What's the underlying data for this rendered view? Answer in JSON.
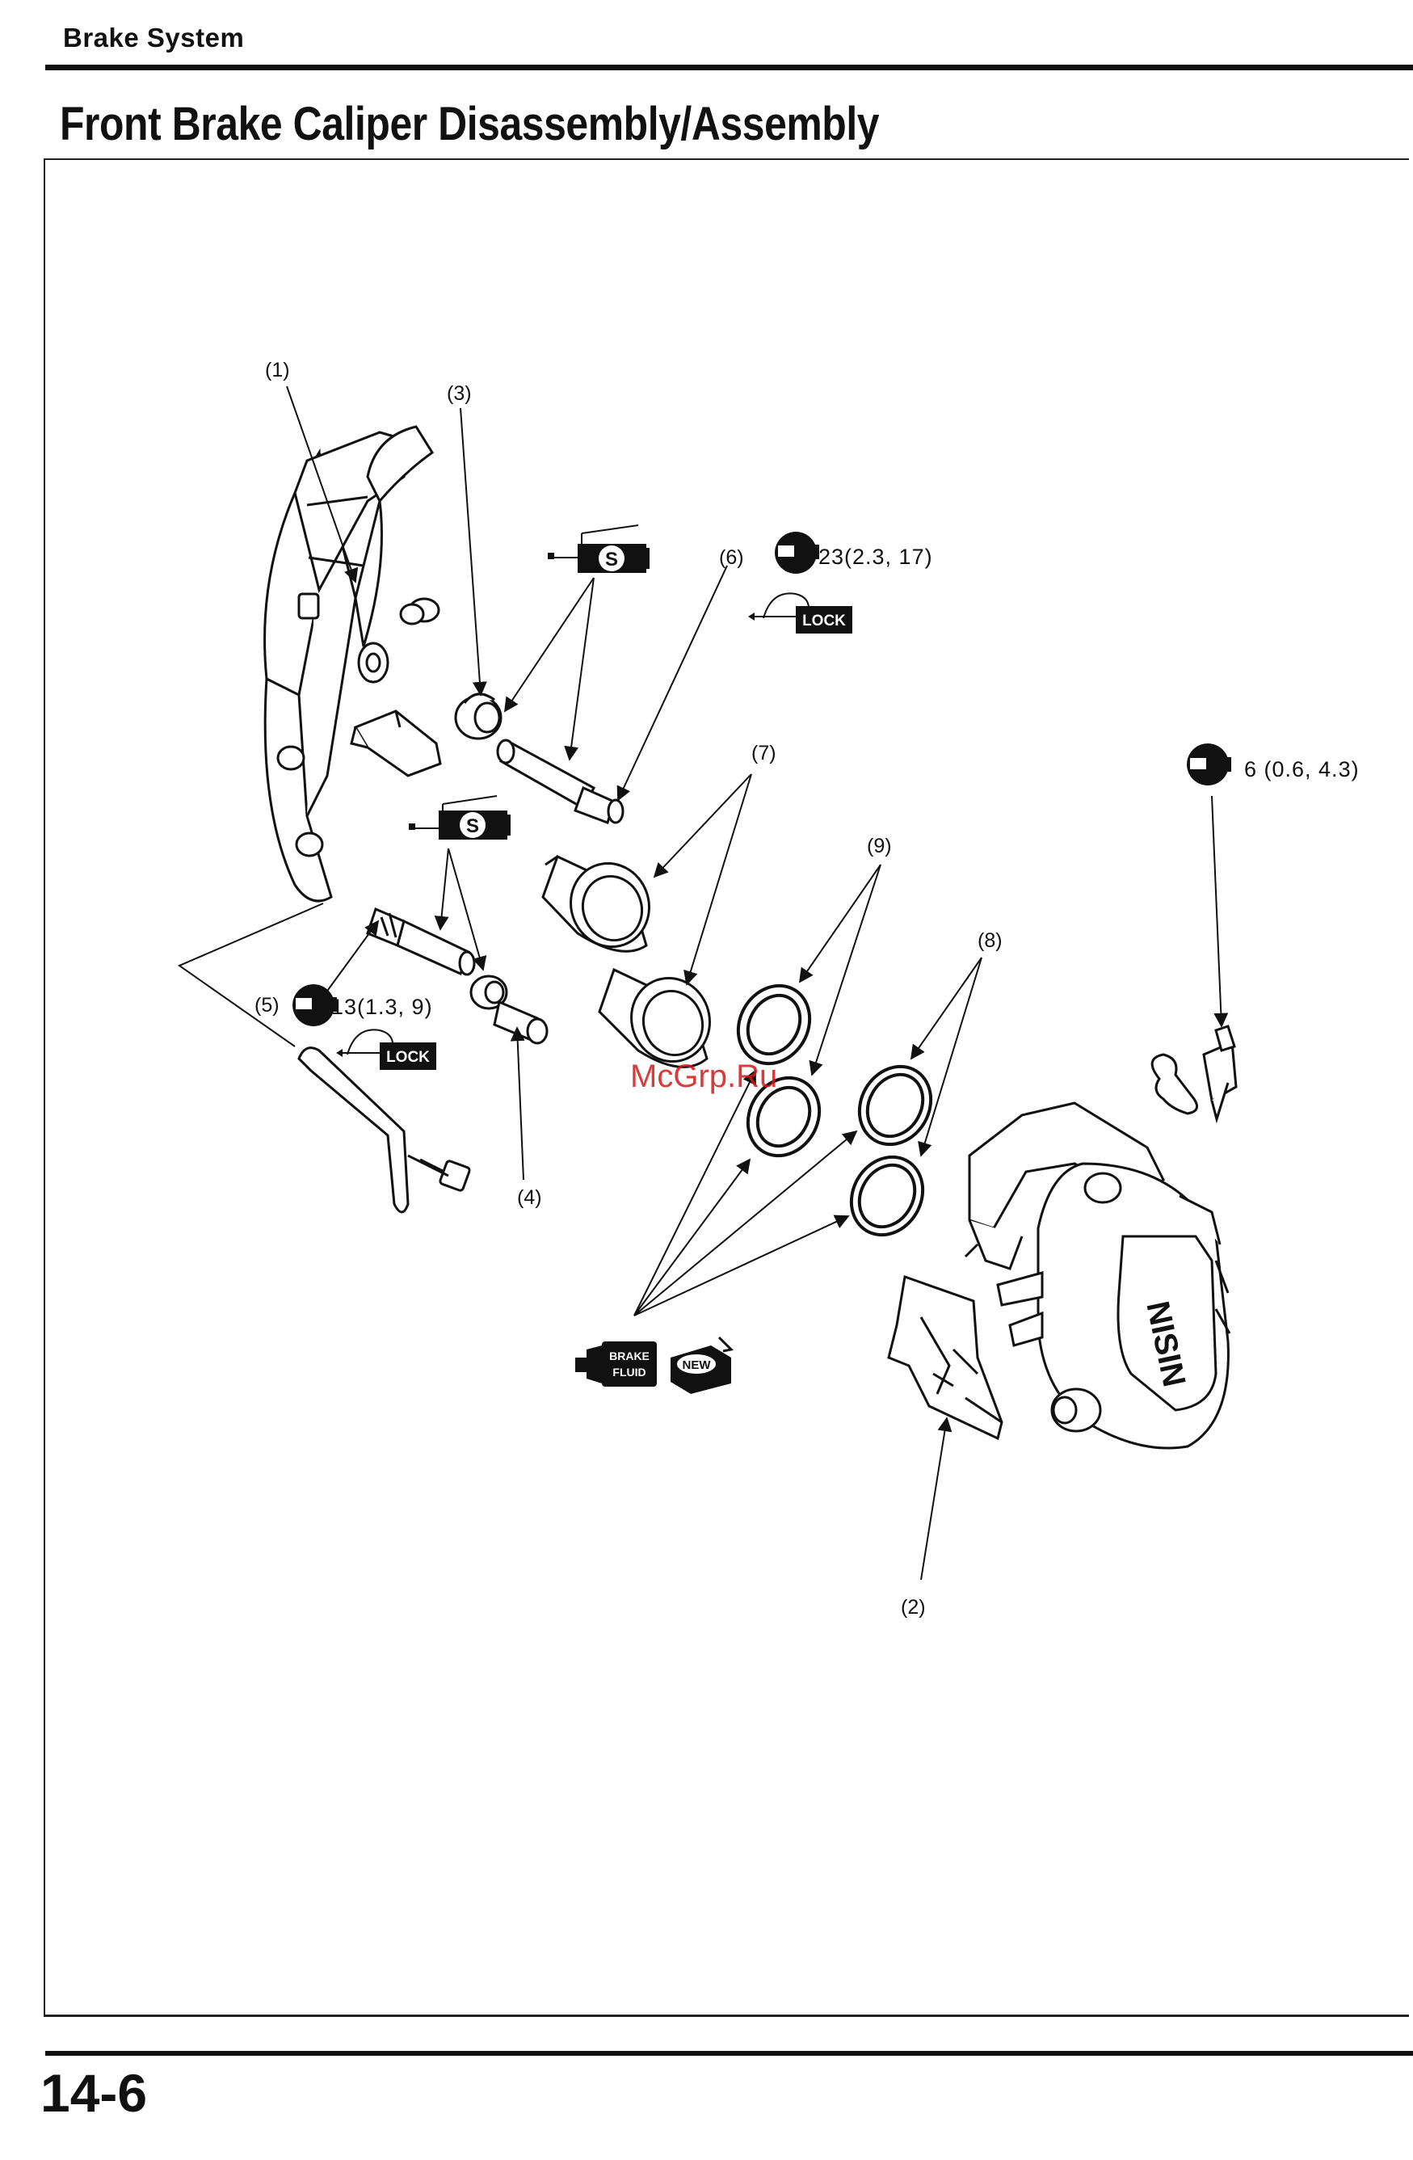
{
  "header": {
    "section": "Brake System",
    "title": "Front Brake Caliper Disassembly/Assembly"
  },
  "footer": {
    "page_number": "14-6"
  },
  "watermark": "McGrp.Ru",
  "callouts": {
    "c1": "(1)",
    "c2": "(2)",
    "c3": "(3)",
    "c4": "(4)",
    "c5": "(5)",
    "c6": "(6)",
    "c7": "(7)",
    "c8": "(8)",
    "c9": "(9)"
  },
  "torque": {
    "bleeder": "6 (0.6, 4.3)",
    "pin_bolt_6": "23(2.3, 17)",
    "pin_bolt_5": "13(1.3, 9)"
  },
  "badges": {
    "lock": "LOCK",
    "grease": "S",
    "brake_fluid_1": "BRAKE",
    "brake_fluid_2": "FLUID",
    "new": "NEW",
    "caliper_brand": "NISIN"
  },
  "icons": [
    "torque-wrench-icon",
    "lock-thread-icon",
    "silicone-grease-icon",
    "brake-fluid-icon",
    "replace-new-icon"
  ]
}
